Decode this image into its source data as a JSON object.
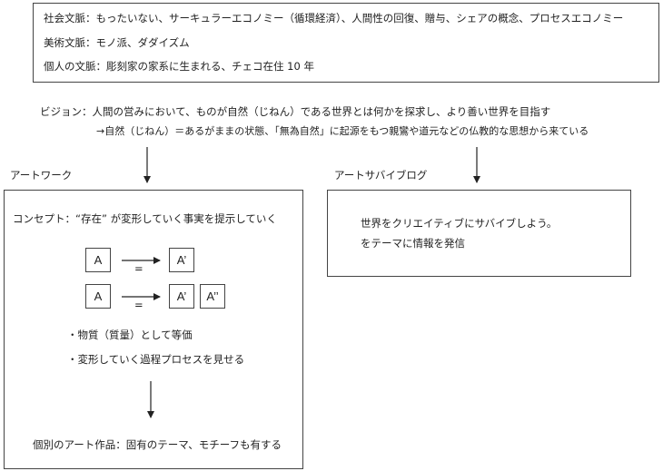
{
  "context_box": {
    "social": "社会文脈：もったいない、サーキュラーエコノミー（循環経済）、人間性の回復、贈与、シェアの概念、プロセスエコノミー",
    "art": "美術文脈：モノ派、ダダイズム",
    "personal": "個人の文脈：彫刻家の家系に生まれる、チェコ在住 10 年"
  },
  "vision": {
    "main": "ビジョン：人間の営みにおいて、ものが自然（じねん）である世界とは何かを探求し、より善い世界を目指す",
    "sub": "→自然（じねん）＝あるがままの状態、「無為自然」に起源をもつ親鸞や道元などの仏教的な思想から来ている"
  },
  "artwork": {
    "heading": "アートワーク",
    "concept": "コンセプト：“存在” が変形していく事実を提示していく",
    "row1": {
      "from": "A",
      "equals": "=",
      "to": "A’"
    },
    "row2": {
      "from": "A",
      "equals": "=",
      "to1": "A’",
      "to2": "A’’"
    },
    "bullet1": "・物質（質量）として等価",
    "bullet2": "・変形していく過程プロセスを見せる",
    "result": "個別のアート作品：固有のテーマ、モチーフも有する"
  },
  "survival": {
    "heading": "アートサバイブログ",
    "line1": "世界をクリエイティブにサバイブしよう。",
    "line2": "をテーマに情報を発信"
  },
  "colors": {
    "line": "#444444",
    "text": "#222222"
  }
}
